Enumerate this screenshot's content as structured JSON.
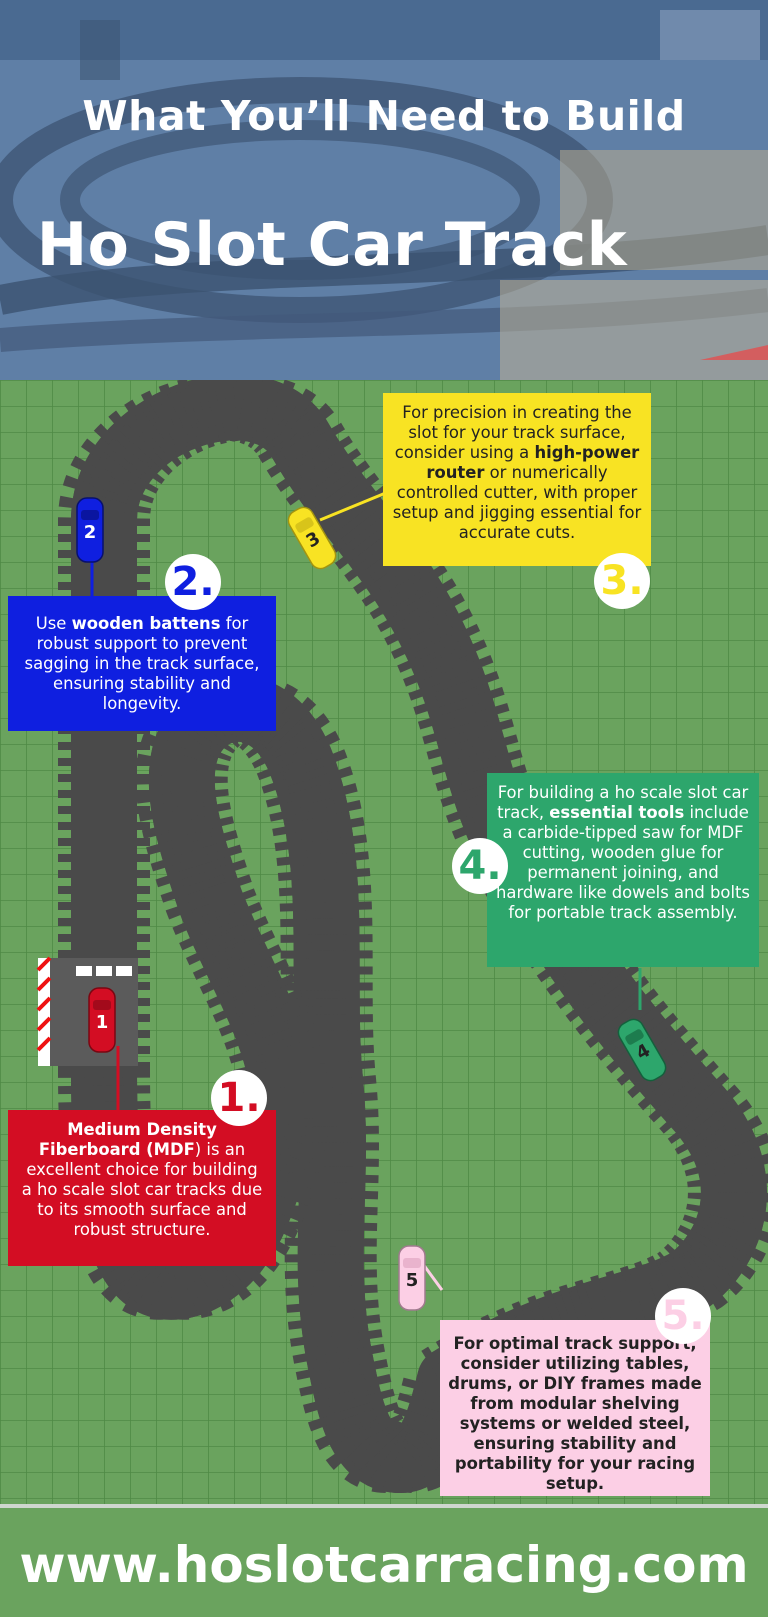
{
  "header": {
    "title_line1": "What You’ll Need to Build",
    "title_line2": "Ho Slot Car Track"
  },
  "cars": [
    {
      "number": "1",
      "color": "#d30d23"
    },
    {
      "number": "2",
      "color": "#0f1fe0"
    },
    {
      "number": "3",
      "color": "#f8e323"
    },
    {
      "number": "4",
      "color": "#2da66c"
    },
    {
      "number": "5",
      "color": "#fccfe5"
    }
  ],
  "steps": [
    {
      "badge": "1.",
      "color": "#d30d23",
      "text_bold": "Medium Density Fiberboard (MDF",
      "text_rest": ") is an excellent choice for building a ho scale slot car tracks due to its smooth surface and robust structure."
    },
    {
      "badge": "2.",
      "color": "#0f1fe0",
      "text_pre": "Use ",
      "text_bold": "wooden battens",
      "text_rest": " for robust support to prevent sagging in the track surface, ensuring stability and longevity."
    },
    {
      "badge": "3.",
      "color": "#f8e323",
      "text_pre": "For precision in creating the slot for your track surface, consider using a ",
      "text_bold": "high-power router",
      "text_rest": " or numerically controlled cutter, with proper setup and jigging essential for accurate cuts."
    },
    {
      "badge": "4.",
      "color": "#2da66c",
      "text_pre": "For building a ho scale slot car track, ",
      "text_bold": "essential tools",
      "text_rest": " include a carbide-tipped saw for MDF cutting, wooden glue for permanent joining, and hardware like dowels and bolts for portable track assembly."
    },
    {
      "badge": "5.",
      "color": "#fccfe5",
      "text": "For optimal track support, consider utilizing tables, drums, or DIY frames made from modular shelving systems or welded steel, ensuring stability and portability for your racing setup."
    }
  ],
  "footer": {
    "url": "www.hoslotcarracing.com"
  },
  "colors": {
    "grid_background": "#6aa35e",
    "track": "#5b5b5b",
    "track_edge": "#4a4a4a",
    "lane_dash": "#ffffff"
  }
}
